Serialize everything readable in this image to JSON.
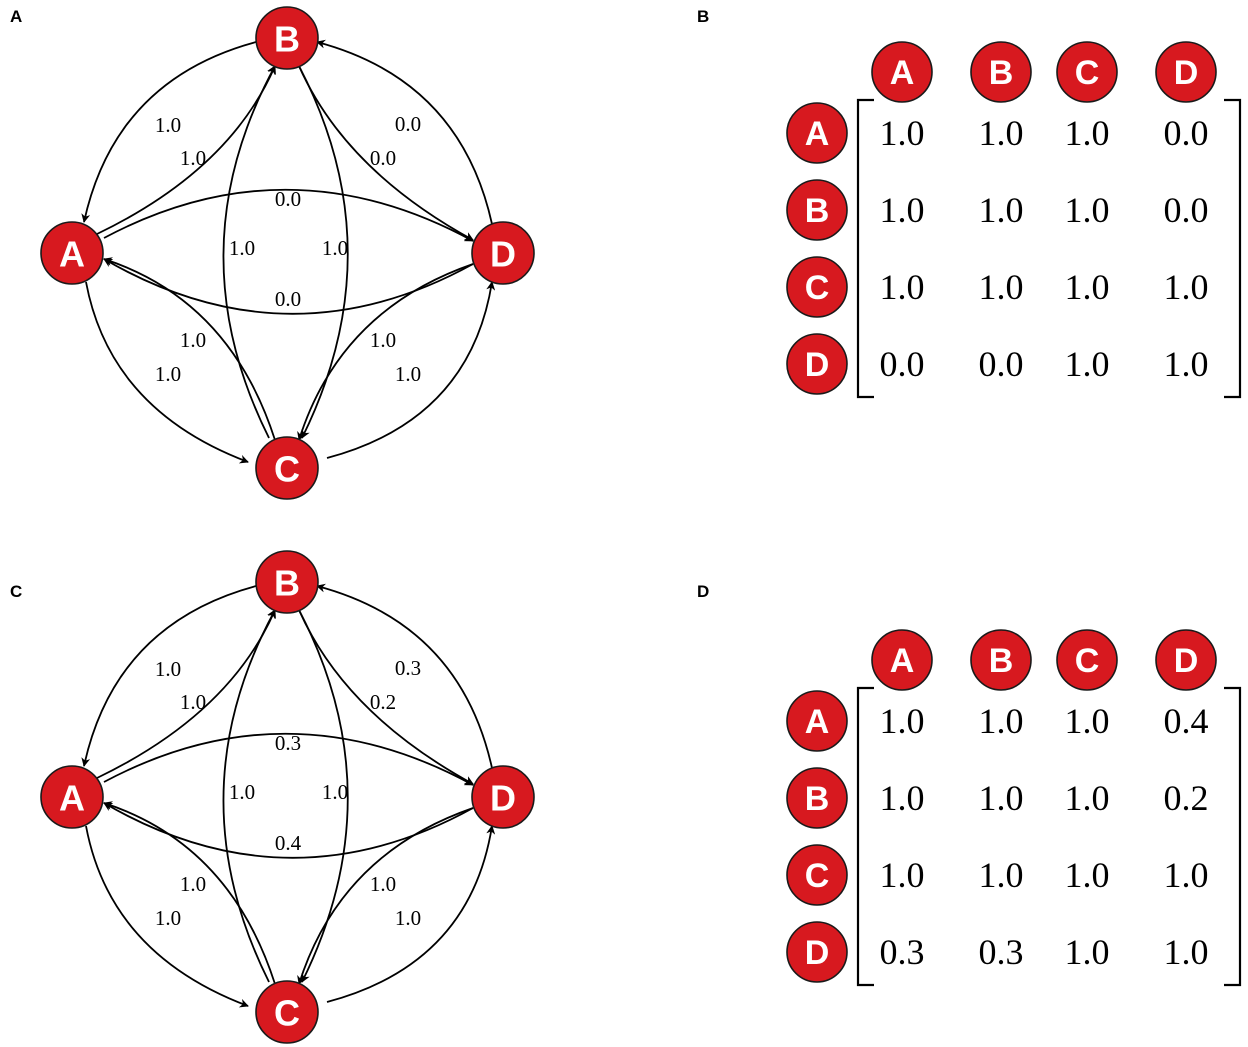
{
  "panels": [
    {
      "label": "A",
      "nodes": [
        "A",
        "B",
        "C",
        "D"
      ],
      "edges": [
        {
          "from": "B",
          "to": "A",
          "value": "1.0"
        },
        {
          "from": "A",
          "to": "B",
          "value": "1.0"
        },
        {
          "from": "D",
          "to": "B",
          "value": "0.0"
        },
        {
          "from": "B",
          "to": "D",
          "value": "0.0"
        },
        {
          "from": "A",
          "to": "D",
          "value": "0.0"
        },
        {
          "from": "D",
          "to": "A",
          "value": "0.0"
        },
        {
          "from": "C",
          "to": "B",
          "value": "1.0"
        },
        {
          "from": "B",
          "to": "C",
          "value": "1.0"
        },
        {
          "from": "C",
          "to": "A",
          "value": "1.0"
        },
        {
          "from": "A",
          "to": "C",
          "value": "1.0"
        },
        {
          "from": "C",
          "to": "D",
          "value": "1.0"
        },
        {
          "from": "D",
          "to": "C",
          "value": "1.0"
        }
      ]
    },
    {
      "label": "B",
      "headers": [
        "A",
        "B",
        "C",
        "D"
      ],
      "rows": [
        "A",
        "B",
        "C",
        "D"
      ],
      "matrix": [
        [
          "1.0",
          "1.0",
          "1.0",
          "0.0"
        ],
        [
          "1.0",
          "1.0",
          "1.0",
          "0.0"
        ],
        [
          "1.0",
          "1.0",
          "1.0",
          "1.0"
        ],
        [
          "0.0",
          "0.0",
          "1.0",
          "1.0"
        ]
      ]
    },
    {
      "label": "C",
      "nodes": [
        "A",
        "B",
        "C",
        "D"
      ],
      "edges": [
        {
          "from": "B",
          "to": "A",
          "value": "1.0"
        },
        {
          "from": "A",
          "to": "B",
          "value": "1.0"
        },
        {
          "from": "D",
          "to": "B",
          "value": "0.3"
        },
        {
          "from": "B",
          "to": "D",
          "value": "0.2"
        },
        {
          "from": "A",
          "to": "D",
          "value": "0.3"
        },
        {
          "from": "D",
          "to": "A",
          "value": "0.4"
        },
        {
          "from": "C",
          "to": "B",
          "value": "1.0"
        },
        {
          "from": "B",
          "to": "C",
          "value": "1.0"
        },
        {
          "from": "C",
          "to": "A",
          "value": "1.0"
        },
        {
          "from": "A",
          "to": "C",
          "value": "1.0"
        },
        {
          "from": "C",
          "to": "D",
          "value": "1.0"
        },
        {
          "from": "D",
          "to": "C",
          "value": "1.0"
        }
      ]
    },
    {
      "label": "D",
      "headers": [
        "A",
        "B",
        "C",
        "D"
      ],
      "rows": [
        "A",
        "B",
        "C",
        "D"
      ],
      "matrix": [
        [
          "1.0",
          "1.0",
          "1.0",
          "0.4"
        ],
        [
          "1.0",
          "1.0",
          "1.0",
          "0.2"
        ],
        [
          "1.0",
          "1.0",
          "1.0",
          "1.0"
        ],
        [
          "0.3",
          "0.3",
          "1.0",
          "1.0"
        ]
      ]
    }
  ],
  "colors": {
    "node_fill": "#d7191f",
    "node_text": "#ffffff",
    "edge": "#000000"
  }
}
